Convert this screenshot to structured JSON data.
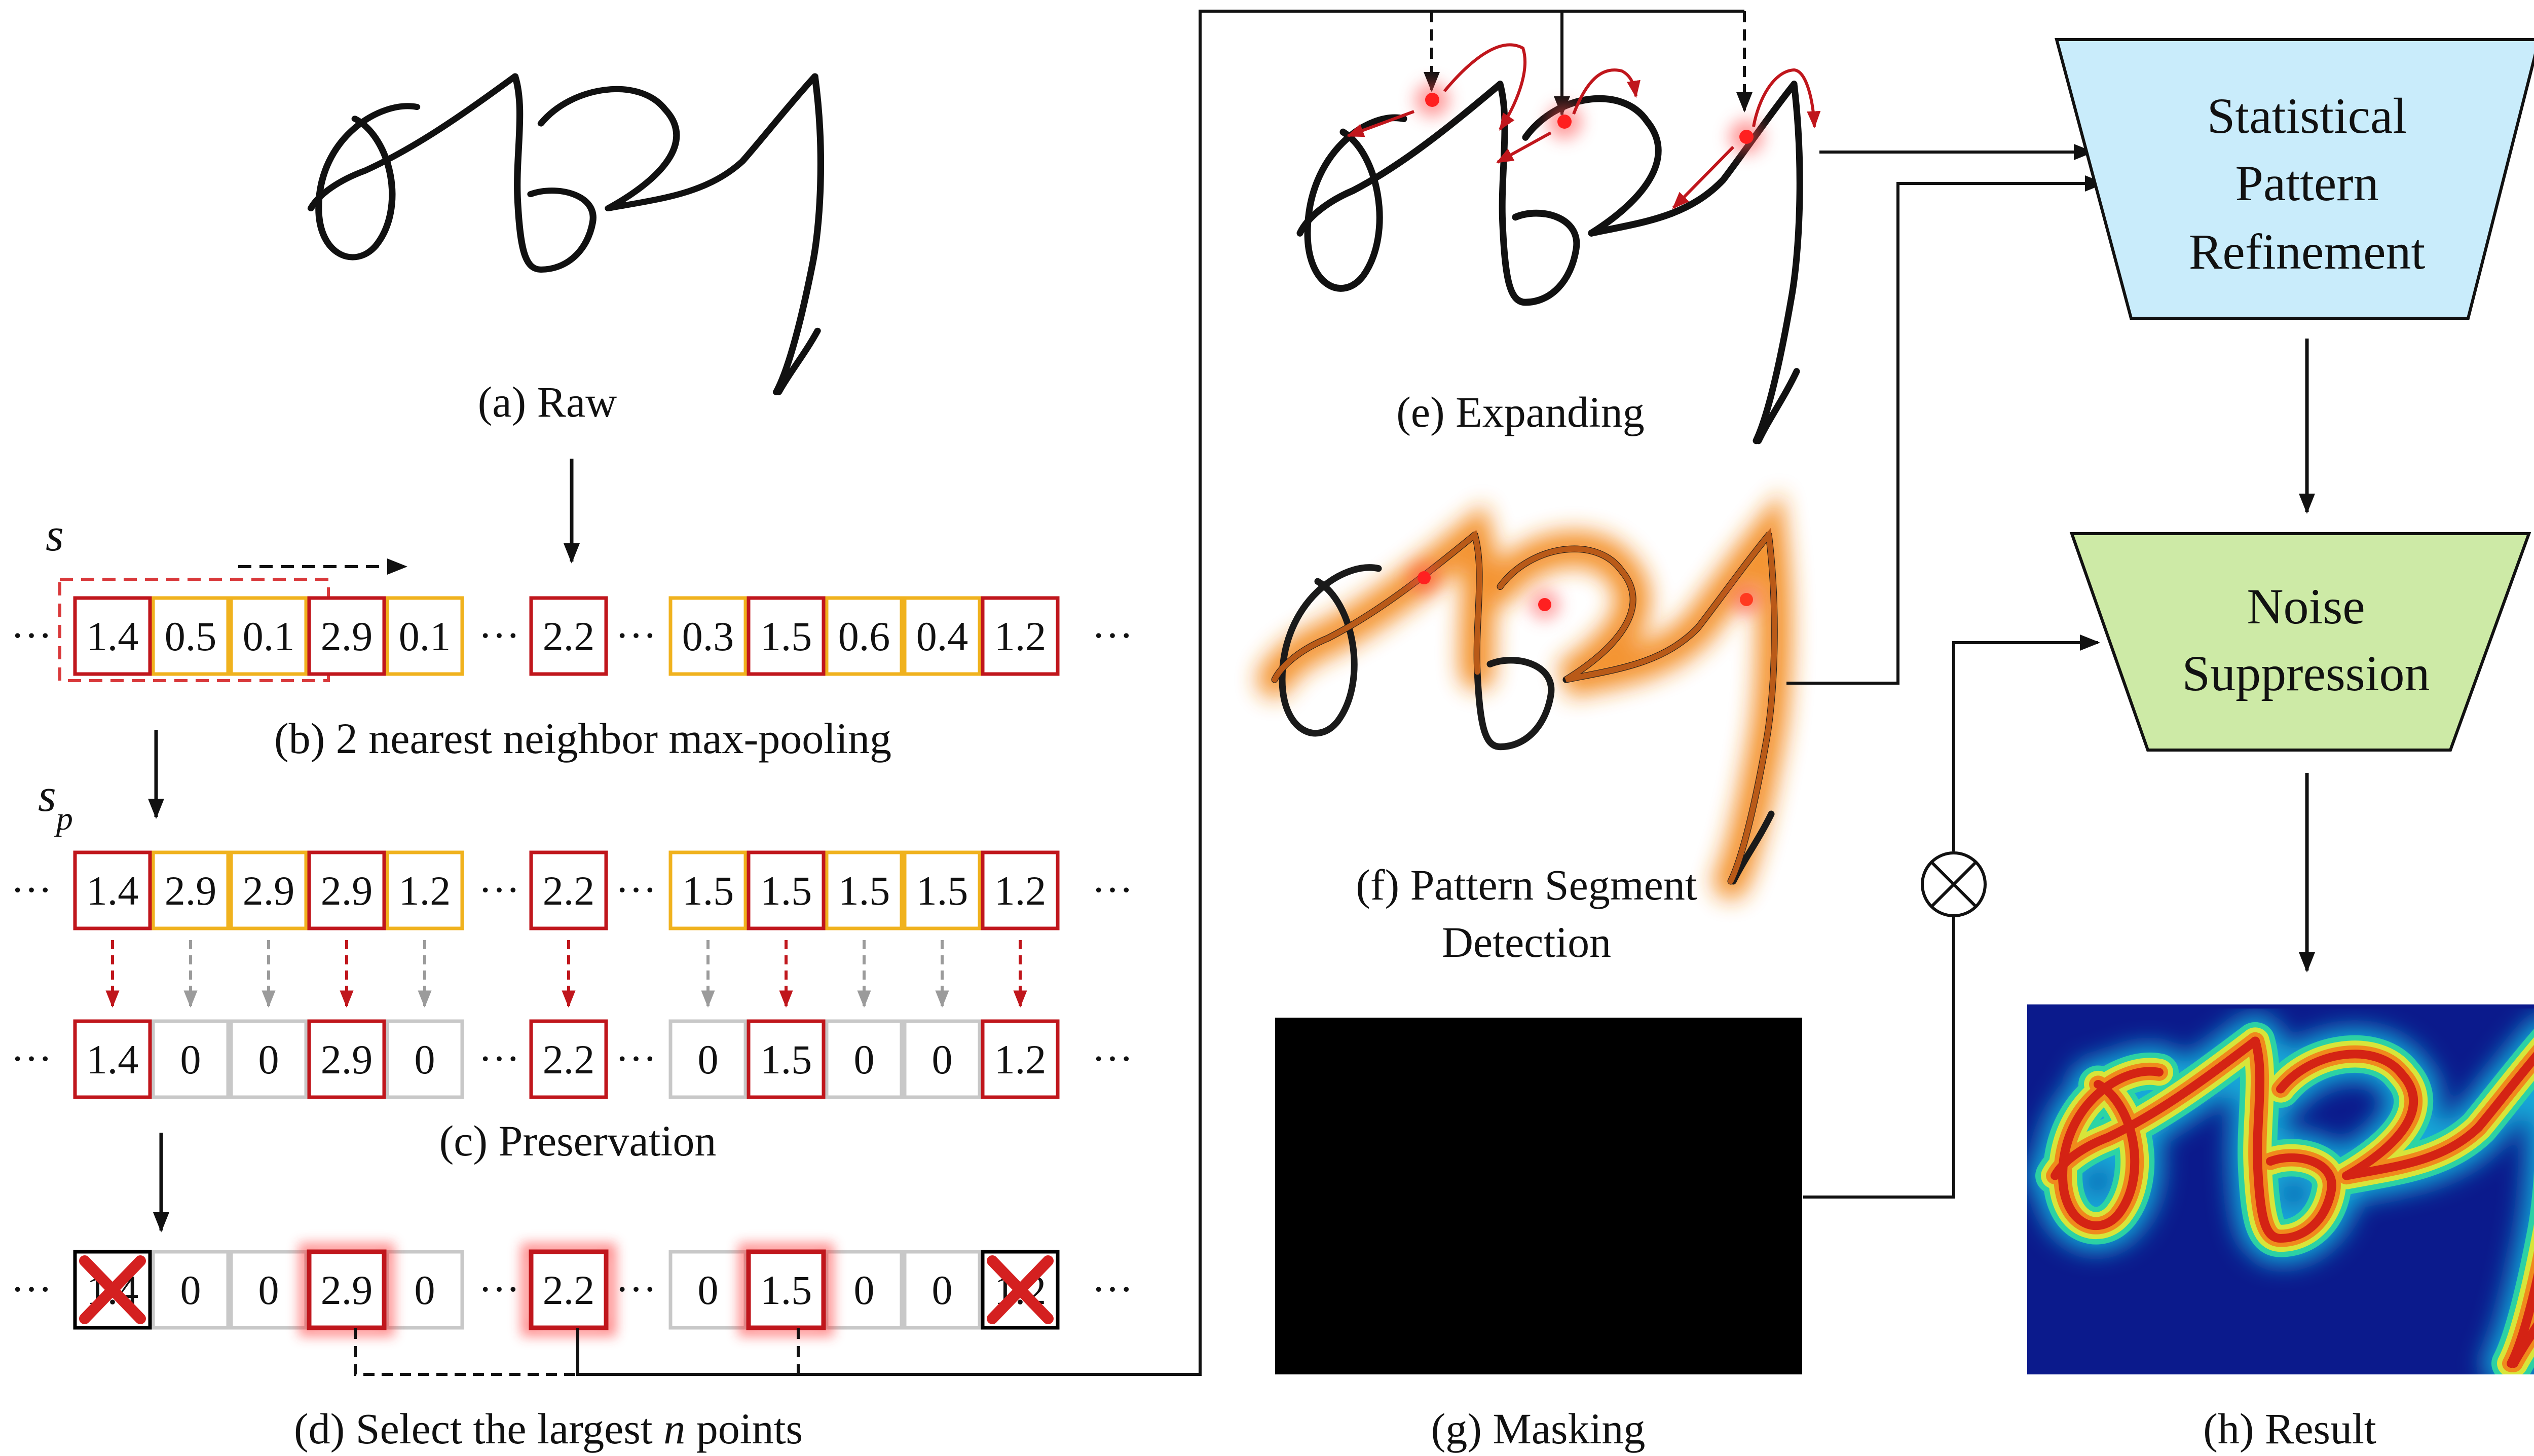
{
  "captions": {
    "a": "(a) Raw",
    "b": "(b) 2 nearest neighbor max-pooling",
    "c": "(c) Preservation",
    "d_prefix": "(d) Select the largest ",
    "d_var": "n",
    "d_suffix": " points",
    "e": "(e) Expanding",
    "f_line1": "(f) Pattern Segment",
    "f_line2": "Detection",
    "g": "(g) Masking",
    "h": "(h) Result"
  },
  "symbols": {
    "s": "s",
    "sp_base": "s",
    "sp_sub": "p",
    "otimes": "⊗",
    "ellipsis": "···"
  },
  "boxes": {
    "refinement": [
      "Statistical",
      "Pattern",
      "Refinement"
    ],
    "suppression": [
      "Noise",
      "Suppression"
    ]
  },
  "rows": {
    "s": [
      [
        "1.4",
        "0.5",
        "0.1",
        "2.9",
        "0.1"
      ],
      [
        "2.2"
      ],
      [
        "0.3",
        "1.5",
        "0.6",
        "0.4",
        "1.2"
      ]
    ],
    "sp": [
      [
        "1.4",
        "2.9",
        "2.9",
        "2.9",
        "1.2"
      ],
      [
        "2.2"
      ],
      [
        "1.5",
        "1.5",
        "1.5",
        "1.5",
        "1.2"
      ]
    ],
    "c": [
      [
        "1.4",
        "0",
        "0",
        "2.9",
        "0"
      ],
      [
        "2.2"
      ],
      [
        "0",
        "1.5",
        "0",
        "0",
        "1.2"
      ]
    ],
    "d": [
      [
        "1.4",
        "0",
        "0",
        "2.9",
        "0"
      ],
      [
        "2.2"
      ],
      [
        "0",
        "1.5",
        "0",
        "0",
        "1.2"
      ]
    ]
  },
  "row_styles": {
    "s": [
      [
        "peak",
        "other",
        "other",
        "peak",
        "other"
      ],
      [
        "peak"
      ],
      [
        "other",
        "peak",
        "other",
        "other",
        "peak"
      ]
    ],
    "sp": [
      [
        "peak",
        "other",
        "other",
        "peak",
        "other"
      ],
      [
        "peak"
      ],
      [
        "other",
        "peak",
        "other",
        "other",
        "peak"
      ]
    ],
    "c": [
      [
        "peak",
        "zero",
        "zero",
        "peak",
        "zero"
      ],
      [
        "peak"
      ],
      [
        "zero",
        "peak",
        "zero",
        "zero",
        "peak"
      ]
    ],
    "d": [
      [
        "removed",
        "zero",
        "zero",
        "selected",
        "zero"
      ],
      [
        "selected"
      ],
      [
        "zero",
        "selected",
        "zero",
        "zero",
        "removed"
      ]
    ]
  },
  "colors": {
    "peak": "#c0161c",
    "other": "#f0b21e",
    "zero": "#c8c8c8",
    "removed": "#000000",
    "refinement_fill": "#c9ecfb",
    "suppression_fill": "#cdeaa6",
    "arrow": "#111111",
    "arrow_red": "#c0161c",
    "arrow_grey": "#9b9b9b",
    "glow": "#f3891e",
    "mask_bg": "#000000",
    "heatmap_bg": "#0b1a8c"
  },
  "icons": [
    "handwriting-stroke",
    "red-cross-icon",
    "otimes-icon",
    "heatmap-image",
    "mask-image"
  ]
}
